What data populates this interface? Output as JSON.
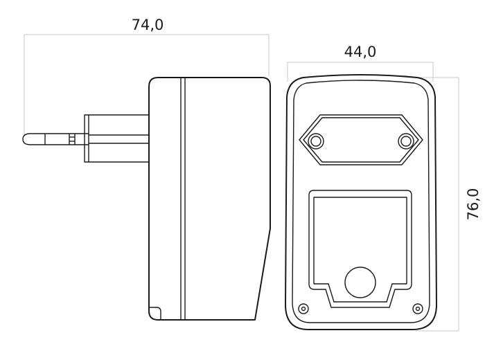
{
  "dimensions": {
    "length": "74,0",
    "width": "44,0",
    "height": "76,0"
  }
}
